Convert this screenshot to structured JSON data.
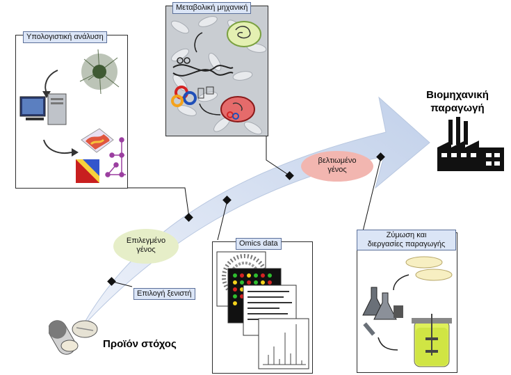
{
  "labels": {
    "computational": "Υπολογιστική ανάλυση",
    "metabolic": "Μεταβολική μηχανική",
    "industrial_line1": "Βιομηχανική",
    "industrial_line2": "παραγωγή",
    "improved_line1": "βελτιωμένο",
    "improved_line2": "γένος",
    "selected_line1": "Επιλεγμένο",
    "selected_line2": "γένος",
    "host_selection": "Επιλογή ξενιστή",
    "omics": "Omics data",
    "fermentation_line1": "Ζύμωση και",
    "fermentation_line2": "διεργασίες παραγωγής",
    "target_product": "Προϊόν στόχος"
  },
  "icons": [
    "network-graph-icon",
    "computer-icon",
    "surface-plot-icon",
    "heatmap-icon",
    "cell-icon",
    "dna-scissors-icon",
    "petri-dish-icon",
    "flask-icon",
    "bioreactor-icon",
    "factory-icon",
    "pills-icon"
  ],
  "colors": {
    "arrow": "#c9d6ea",
    "label_box": "#dbe5f6",
    "improved_ellipse": "#f2b6b0",
    "selected_ellipse": "#e6eec8"
  }
}
